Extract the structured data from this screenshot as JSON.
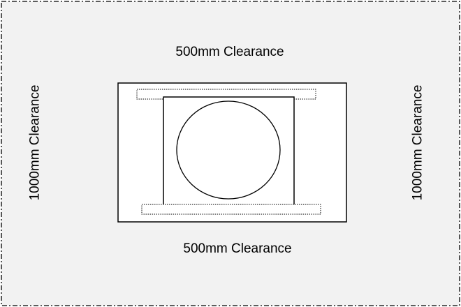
{
  "labels": {
    "top": "500mm Clearance",
    "bottom": "500mm Clearance",
    "left": "1000mm Clearance",
    "right": "1000mm Clearance"
  },
  "colors": {
    "zone_fill": "#f2f2f2",
    "stroke": "#000000",
    "machine_fill": "#ffffff"
  }
}
